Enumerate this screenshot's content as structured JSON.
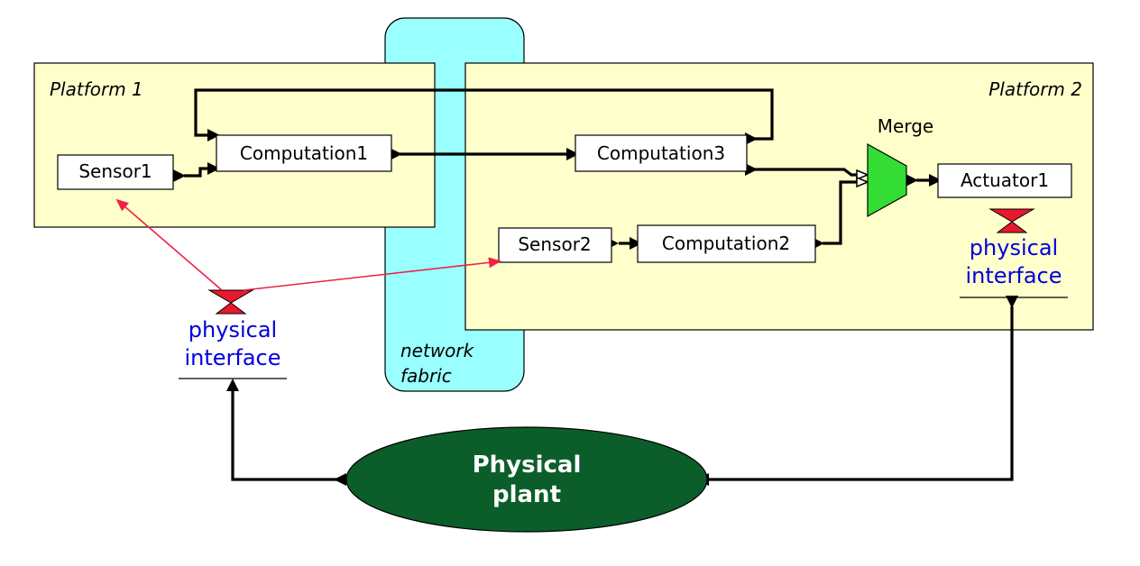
{
  "colors": {
    "platform_fill": "#ffffcc",
    "network_fill": "#99ffff",
    "merge_fill": "#33dd33",
    "plant_fill": "#0b5e2a",
    "interface_red": "#e8182e",
    "link_red": "#ee2244",
    "interface_text": "#0000dd"
  },
  "platforms": {
    "p1": "Platform 1",
    "p2": "Platform 2"
  },
  "network": {
    "line1": "network",
    "line2": "fabric"
  },
  "blocks": {
    "sensor1": "Sensor1",
    "sensor2": "Sensor2",
    "computation1": "Computation1",
    "computation2": "Computation2",
    "computation3": "Computation3",
    "actuator1": "Actuator1",
    "merge": "Merge"
  },
  "interfaces": {
    "left": {
      "line1": "physical",
      "line2": "interface"
    },
    "right": {
      "line1": "physical",
      "line2": "interface"
    }
  },
  "plant": {
    "line1": "Physical",
    "line2": "plant"
  }
}
